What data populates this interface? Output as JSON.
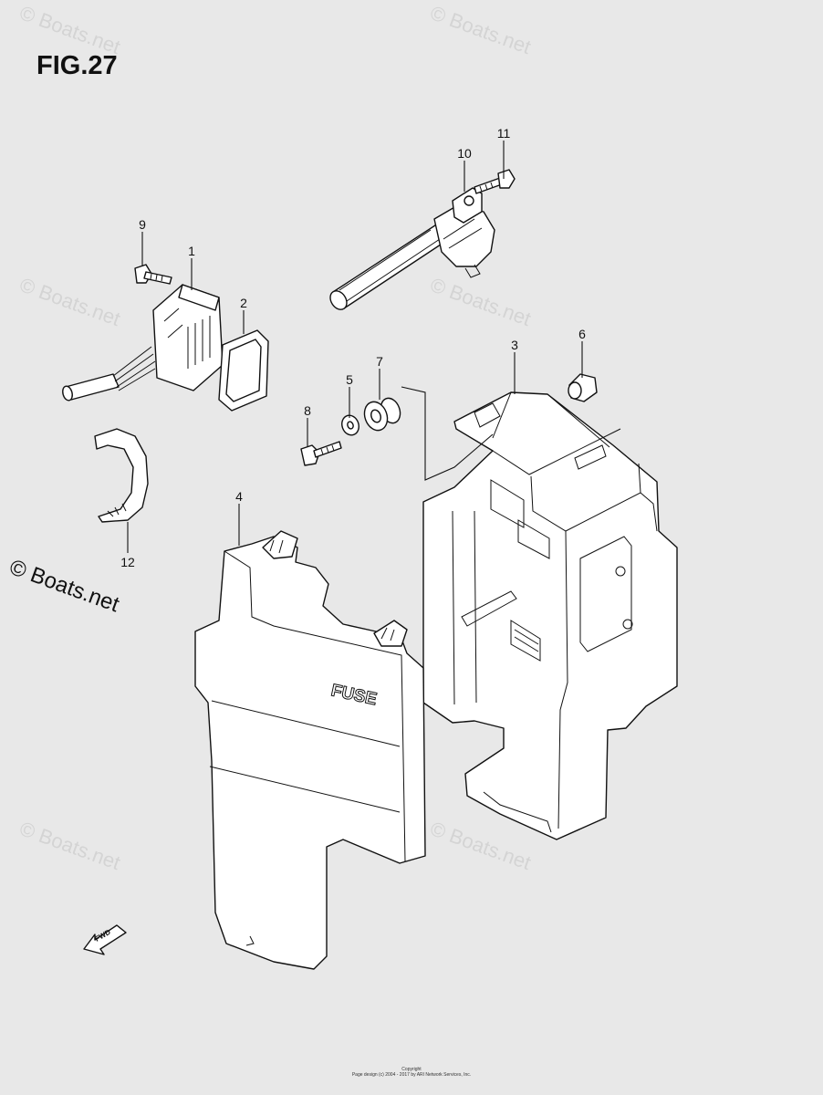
{
  "figure": {
    "title": "FIG.27",
    "brand": "© Boats.net",
    "watermark": "© Boats.net",
    "cover_label": "FUSE",
    "fwd_label": "FWD"
  },
  "callouts": [
    {
      "id": "1",
      "label": "1"
    },
    {
      "id": "2",
      "label": "2"
    },
    {
      "id": "3",
      "label": "3"
    },
    {
      "id": "4",
      "label": "4"
    },
    {
      "id": "5",
      "label": "5"
    },
    {
      "id": "6",
      "label": "6"
    },
    {
      "id": "7",
      "label": "7"
    },
    {
      "id": "8",
      "label": "8"
    },
    {
      "id": "9",
      "label": "9"
    },
    {
      "id": "10",
      "label": "10"
    },
    {
      "id": "11",
      "label": "11"
    },
    {
      "id": "12",
      "label": "12"
    }
  ],
  "footer": {
    "line1": "Copyright",
    "line2": "Page design (c) 2004 - 2017 by ARI Network Services, Inc."
  },
  "colors": {
    "background": "#e8e8e8",
    "ink": "#111111",
    "watermark": "#d4d4d4"
  }
}
